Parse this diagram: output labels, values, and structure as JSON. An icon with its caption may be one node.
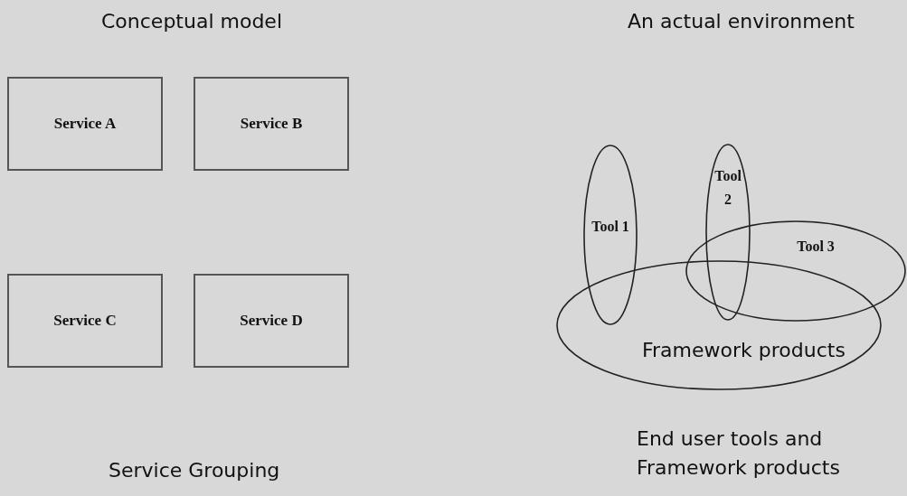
{
  "diagram": {
    "nodes": [
      {
        "text": [
          "Service A"
        ]
      },
      {
        "text": [
          "Service B"
        ]
      },
      {
        "text": [
          "Service C"
        ]
      },
      {
        "text": [
          "Service D"
        ]
      },
      {
        "text": [
          "Tool 1"
        ]
      },
      {
        "text": [
          "Tool 2"
        ]
      },
      {
        "text": [
          "Tool 3"
        ]
      },
      {
        "text": [
          "Framework products"
        ]
      }
    ],
    "labels": [
      "Conceptual model",
      "An actual environment",
      "Service Grouping",
      "End user tools and Framework products"
    ]
  }
}
